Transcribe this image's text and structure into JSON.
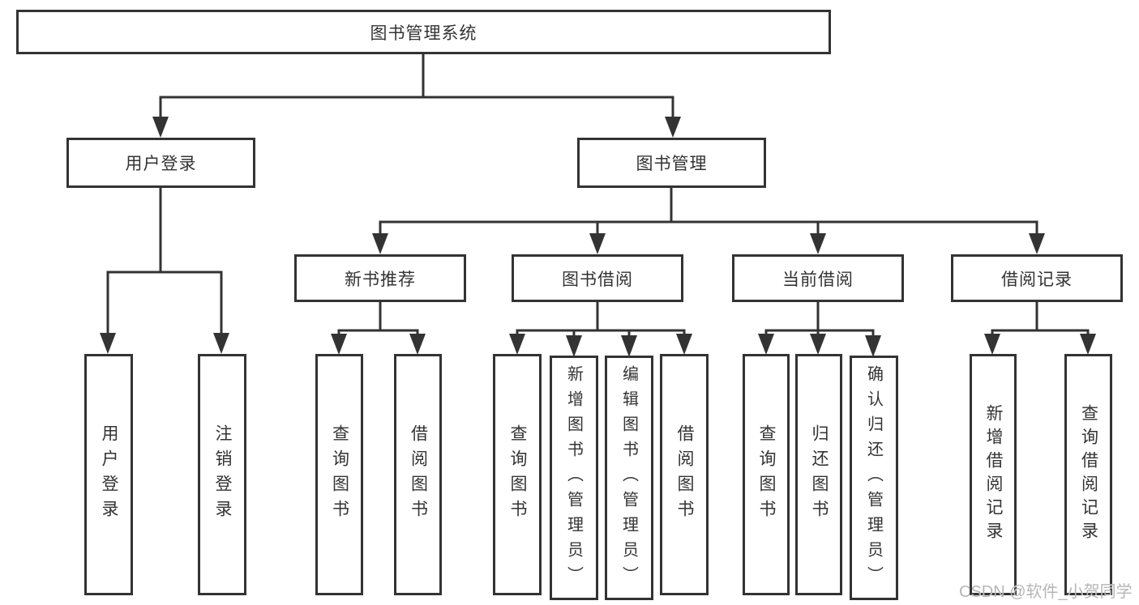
{
  "tree": {
    "root": {
      "label": "图书管理系统"
    },
    "children": [
      {
        "label": "用户登录",
        "children": [
          {
            "label": "用户登录"
          },
          {
            "label": "注销登录"
          }
        ]
      },
      {
        "label": "图书管理",
        "children": [
          {
            "label": "新书推荐",
            "children": [
              {
                "label": "查询图书"
              },
              {
                "label": "借阅图书"
              }
            ]
          },
          {
            "label": "图书借阅",
            "children": [
              {
                "label": "查询图书"
              },
              {
                "label": "新增图书（管理员）"
              },
              {
                "label": "编辑图书（管理员）"
              },
              {
                "label": "借阅图书"
              }
            ]
          },
          {
            "label": "当前借阅",
            "children": [
              {
                "label": "查询图书"
              },
              {
                "label": "归还图书"
              },
              {
                "label": "确认归还（管理员）"
              }
            ]
          },
          {
            "label": "借阅记录",
            "children": [
              {
                "label": "新增借阅记录"
              },
              {
                "label": "查询借阅记录"
              }
            ]
          }
        ]
      }
    ]
  },
  "watermark": {
    "text": "CSDN @软件_小贺同学"
  },
  "colors": {
    "line": "#333333",
    "box_border": "#333333",
    "text": "#333333",
    "background": "#ffffff",
    "watermark": "#b2b2b2"
  }
}
